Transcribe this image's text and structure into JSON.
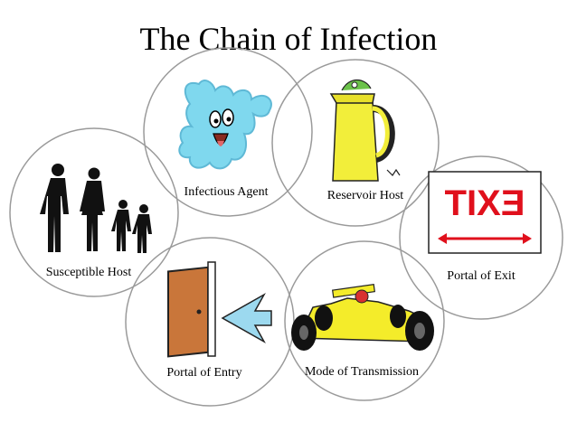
{
  "title": "The Chain of Infection",
  "nodes": {
    "infectious_agent": "Infectious Agent",
    "reservoir_host": "Reservoir Host",
    "portal_of_exit": "Portal of Exit",
    "mode_of_transmission": "Mode of Transmission",
    "portal_of_entry": "Portal of Entry",
    "susceptible_host": "Susceptible Host"
  },
  "sign_text": "EXIT",
  "colors": {
    "germ": "#7fd8ee",
    "reservoir": "#f2ee3a",
    "exit_red": "#e0101c",
    "door": "#c9763a",
    "car_yellow": "#f4ec2a",
    "arrow_blue": "#9cd9ef"
  }
}
